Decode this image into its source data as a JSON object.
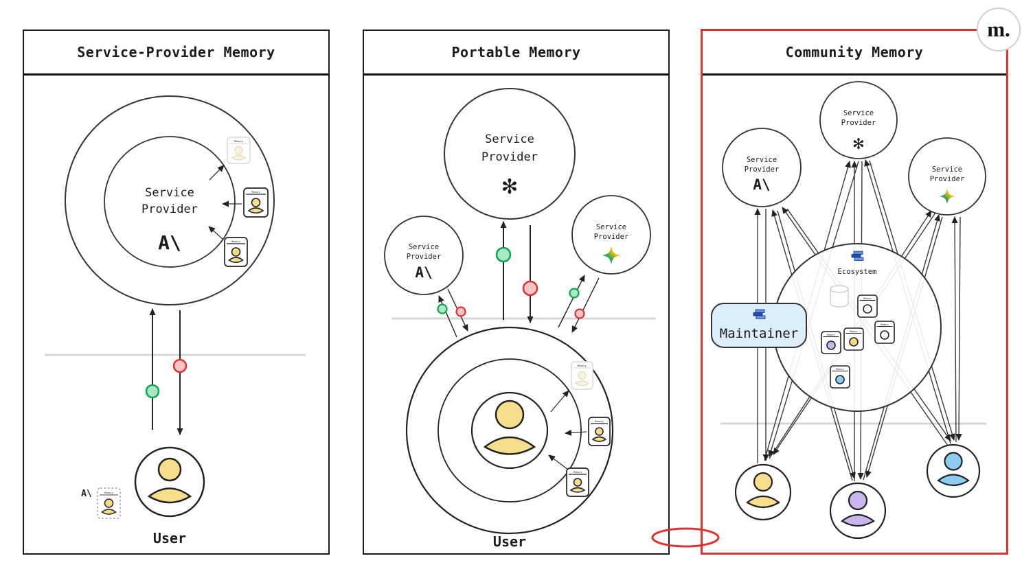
{
  "watermark": {
    "text": "m."
  },
  "panel1": {
    "title": "Service-Provider Memory"
  },
  "panel2": {
    "title": "Portable Memory"
  },
  "panel3": {
    "title": "Community Memory"
  },
  "labels": {
    "service": "Service",
    "provider": "Provider",
    "user": "User",
    "maintainer": "Maintainer",
    "ecosystem": "Ecosystem",
    "memory": "Memory",
    "anthropic_logo": "A\\",
    "openai_logo": "✻"
  },
  "colors": {
    "panel_border": "#1a1a1a",
    "highlight_red": "#e03131",
    "boundary_gray": "#d5d5d5",
    "green_token_fill": "#a9e8c0",
    "green_token_stroke": "#12a150",
    "red_token_fill": "#f9c4c4",
    "red_token_stroke": "#e03131",
    "user_yellow": "#f8dd8c",
    "user_purple": "#cbb5ef",
    "user_blue": "#8ecdf2",
    "maintainer_bg": "#ddeefb",
    "ecosystem_blue": "#4a7de0"
  }
}
